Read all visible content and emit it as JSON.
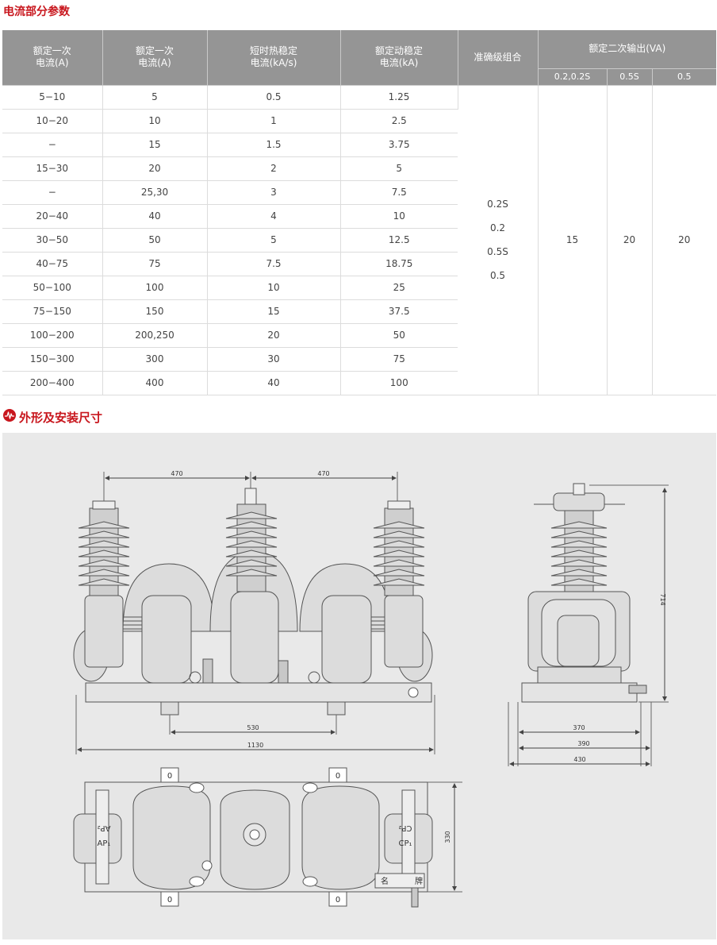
{
  "section1": {
    "title": "电流部分参数"
  },
  "table": {
    "headers": {
      "rated_primary_current_1": [
        "额定一次",
        "电流(A)"
      ],
      "rated_primary_current_2": [
        "额定一次",
        "电流(A)"
      ],
      "short_time_thermal": [
        "短时热稳定",
        "电流(kA/s)"
      ],
      "dynamic_stable": [
        "额定动稳定",
        "电流(kA)"
      ],
      "accuracy": "准确级组合",
      "secondary_output": "额定二次输出(VA)",
      "sub_headers": [
        "0.2,0.2S",
        "0.5S",
        "0.5"
      ]
    },
    "rows": [
      [
        "5−10",
        "5",
        "0.5",
        "1.25"
      ],
      [
        "10−20",
        "10",
        "1",
        "2.5"
      ],
      [
        "−",
        "15",
        "1.5",
        "3.75"
      ],
      [
        "15−30",
        "20",
        "2",
        "5"
      ],
      [
        "−",
        "25,30",
        "3",
        "7.5"
      ],
      [
        "20−40",
        "40",
        "4",
        "10"
      ],
      [
        "30−50",
        "50",
        "5",
        "12.5"
      ],
      [
        "40−75",
        "75",
        "7.5",
        "18.75"
      ],
      [
        "50−100",
        "100",
        "10",
        "25"
      ],
      [
        "75−150",
        "150",
        "15",
        "37.5"
      ],
      [
        "100−200",
        "200,250",
        "20",
        "50"
      ],
      [
        "150−300",
        "300",
        "30",
        "75"
      ],
      [
        "200−400",
        "400",
        "40",
        "100"
      ]
    ],
    "accuracy_classes": [
      "0.2S",
      "0.2",
      "0.5S",
      "0.5"
    ],
    "outputs": [
      "15",
      "20",
      "20"
    ]
  },
  "section2": {
    "title": "外形及安装尺寸",
    "icon": "waveform-icon"
  },
  "drawing": {
    "front_dims": [
      "470",
      "470",
      "530",
      "1130"
    ],
    "side_dims": [
      "714",
      "370",
      "390",
      "430"
    ],
    "top_dims": [
      "330"
    ],
    "labels": {
      "ap2": "AP₂",
      "ap1": "AP₁",
      "cp2": "CP₂",
      "cp1": "CP₁",
      "nameplate_left": "名",
      "nameplate_right": "牌",
      "hole_mark": "0"
    }
  },
  "colors": {
    "accent": "#c8161d",
    "header_bg": "#959595",
    "drawing_bg": "#e9e9e9"
  }
}
